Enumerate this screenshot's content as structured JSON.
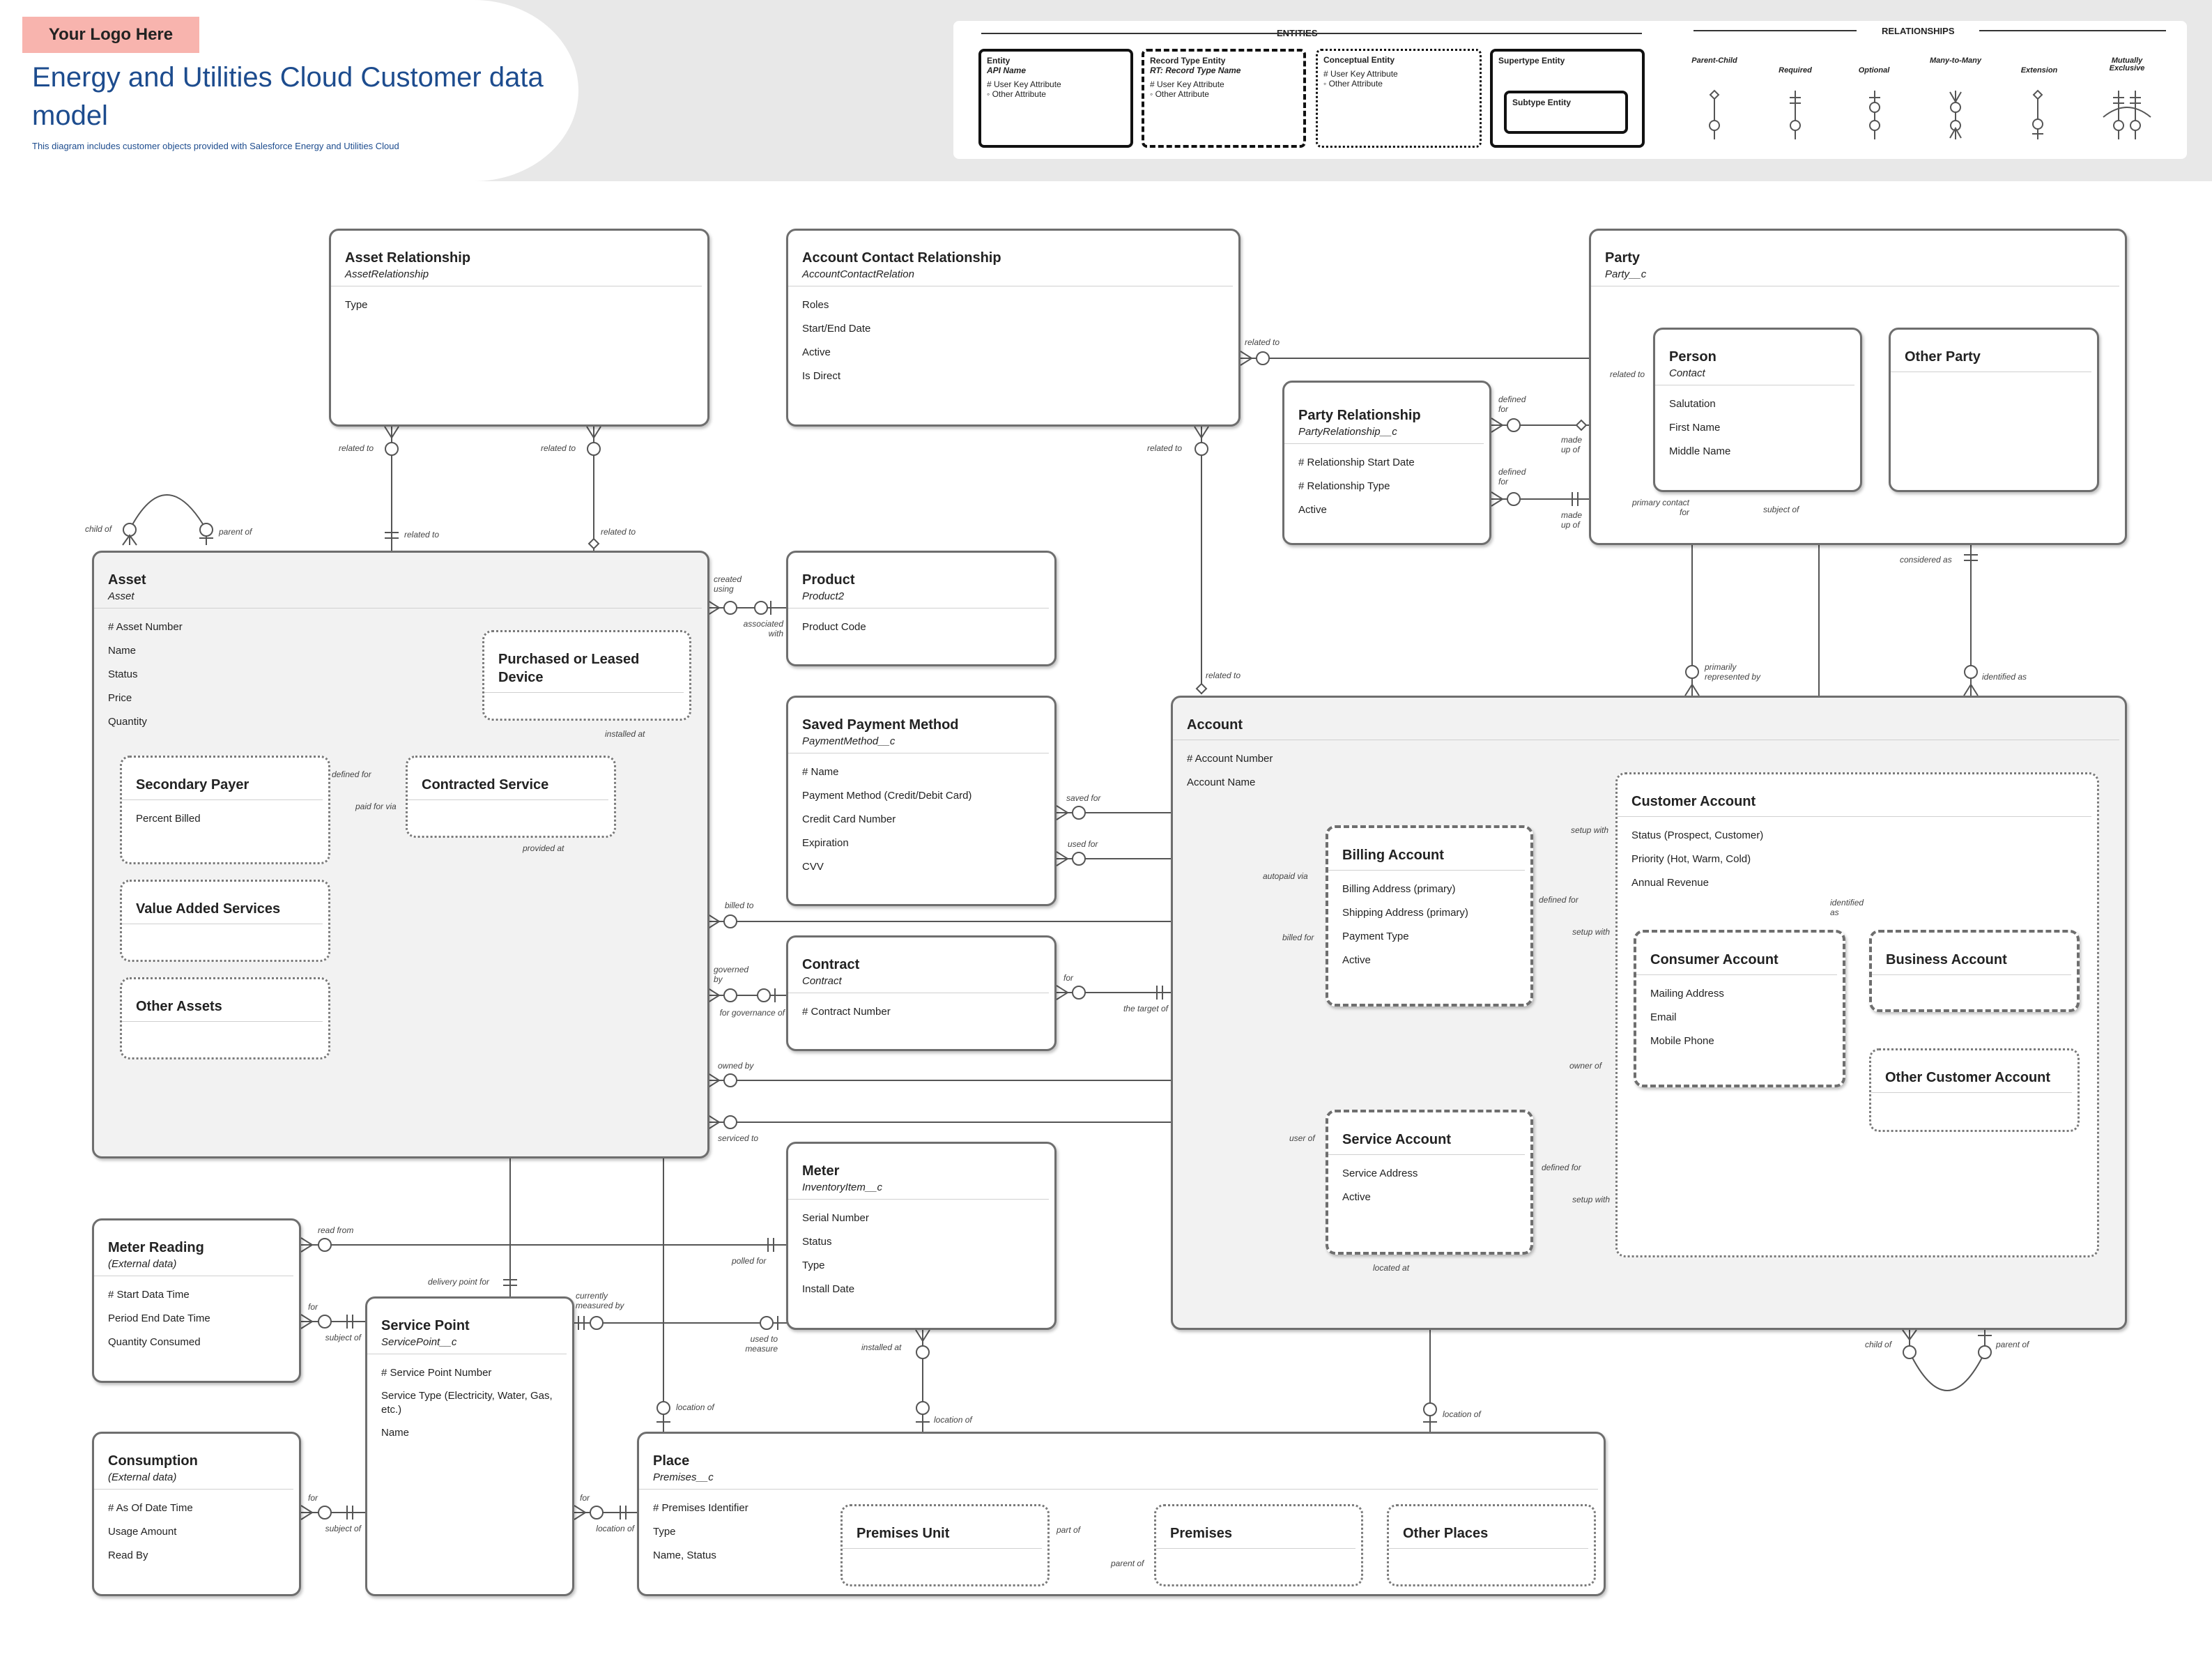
{
  "header": {
    "logo": "Your Logo Here",
    "title": "Energy and Utilities Cloud Customer data model",
    "subtitle": "This diagram includes customer objects provided with Salesforce Energy and Utilities Cloud"
  },
  "legend": {
    "entities_title": "ENTITIES",
    "relationships_title": "RELATIONSHIPS",
    "entity": {
      "name": "Entity",
      "api": "API Name",
      "a1": "# User Key Attribute",
      "a2": "◦ Other Attribute"
    },
    "record_type": {
      "name": "Record Type Entity",
      "api": "RT: Record Type Name",
      "a1": "# User Key Attribute",
      "a2": "◦ Other Attribute"
    },
    "conceptual": {
      "name": "Conceptual Entity",
      "a1": "# User Key Attribute",
      "a2": "◦ Other Attribute"
    },
    "supertype": {
      "name": "Supertype Entity",
      "sub": "Subtype Entity"
    },
    "relationships": [
      "Parent-Child",
      "Required",
      "Optional",
      "Many-to-Many",
      "Extension",
      "Mutually Exclusive"
    ]
  },
  "entities": {
    "asset_relationship": {
      "name": "Asset Relationship",
      "api": "AssetRelationship",
      "attrs": [
        "Type"
      ]
    },
    "account_contact_relationship": {
      "name": "Account Contact Relationship",
      "api": "AccountContactRelation",
      "attrs": [
        "Roles",
        "Start/End Date",
        "Active",
        "Is Direct"
      ]
    },
    "party": {
      "name": "Party",
      "api": "Party__c"
    },
    "person": {
      "name": "Person",
      "api": "Contact",
      "attrs": [
        "Salutation",
        "First Name",
        "Middle Name"
      ]
    },
    "other_party": {
      "name": "Other Party"
    },
    "party_relationship": {
      "name": "Party Relationship",
      "api": "PartyRelationship__c",
      "attrs": [
        "# Relationship Start Date",
        "# Relationship Type",
        "Active"
      ]
    },
    "asset": {
      "name": "Asset",
      "api": "Asset",
      "attrs": [
        "# Asset Number",
        "Name",
        "Status",
        "Price",
        "Quantity"
      ]
    },
    "purchased_device": {
      "name": "Purchased or Leased Device"
    },
    "secondary_payer": {
      "name": "Secondary Payer",
      "attrs": [
        "Percent Billed"
      ]
    },
    "contracted_service": {
      "name": "Contracted Service"
    },
    "value_added_services": {
      "name": "Value Added Services"
    },
    "other_assets": {
      "name": "Other Assets"
    },
    "product": {
      "name": "Product",
      "api": "Product2",
      "attrs": [
        "Product Code"
      ]
    },
    "saved_payment": {
      "name": "Saved Payment Method",
      "api": "PaymentMethod__c",
      "attrs": [
        "# Name",
        "Payment Method (Credit/Debit Card)",
        "Credit Card Number",
        "Expiration",
        "CVV"
      ]
    },
    "contract": {
      "name": "Contract",
      "api": "Contract",
      "attrs": [
        "# Contract Number"
      ]
    },
    "account": {
      "name": "Account",
      "attrs": [
        "# Account Number",
        "Account Name"
      ]
    },
    "billing_account": {
      "name": "Billing Account",
      "attrs": [
        "Billing Address (primary)",
        "Shipping Address (primary)",
        "Payment Type",
        "Active"
      ]
    },
    "customer_account": {
      "name": "Customer Account",
      "attrs": [
        "Status (Prospect, Customer)",
        "Priority (Hot, Warm, Cold)",
        "Annual Revenue"
      ]
    },
    "consumer_account": {
      "name": "Consumer Account",
      "attrs": [
        "Mailing Address",
        "Email",
        "Mobile Phone"
      ]
    },
    "business_account": {
      "name": "Business Account"
    },
    "other_customer_account": {
      "name": "Other Customer Account"
    },
    "service_account": {
      "name": "Service Account",
      "attrs": [
        "Service Address",
        "Active"
      ]
    },
    "meter_reading": {
      "name": "Meter Reading",
      "api": "(External data)",
      "attrs": [
        "# Start Data Time",
        "Period End Date Time",
        "Quantity Consumed"
      ]
    },
    "service_point": {
      "name": "Service Point",
      "api": "ServicePoint__c",
      "attrs": [
        "# Service Point Number",
        "Service Type (Electricity, Water, Gas, etc.)",
        "Name"
      ]
    },
    "meter": {
      "name": "Meter",
      "api": "InventoryItem__c",
      "attrs": [
        "Serial Number",
        "Status",
        "Type",
        "Install Date"
      ]
    },
    "consumption": {
      "name": "Consumption",
      "api": "(External data)",
      "attrs": [
        "# As Of Date Time",
        "Usage Amount",
        "Read By"
      ]
    },
    "place": {
      "name": "Place",
      "api": "Premises__c",
      "attrs": [
        "# Premises Identifier",
        "Type",
        "Name, Status"
      ]
    },
    "premises_unit": {
      "name": "Premises Unit"
    },
    "premises": {
      "name": "Premises"
    },
    "other_places": {
      "name": "Other Places"
    }
  },
  "labels": {
    "ar_related_to_l": "related to",
    "ar_related_to_r": "related to",
    "asset_related_to_l": "related to",
    "asset_related_to_r": "related to",
    "acr_related_to_top": "related to",
    "acr_related_to_b": "related to",
    "person_related_to": "related to",
    "account_related_to": "related to",
    "pr_defined_for_1": "defined for",
    "pr_made_up_of_1": "made up of",
    "pr_defined_for_2": "defined for",
    "pr_made_up_of_2": "made up of",
    "primary_contact_for": "primary contact for",
    "subject_of": "subject of",
    "considered_as": "considered as",
    "primarily_represented_by": "primarily represented by",
    "identified_as": "identified as",
    "identified_as_2": "identified as",
    "child_of": "child of",
    "parent_of": "parent of",
    "created_using": "created using",
    "associated_with": "associated with",
    "installed_at": "installed at",
    "defined_for": "defined for",
    "paid_for_via": "paid for via",
    "provided_at": "provided at",
    "saved_for": "saved for",
    "setup_with_1": "setup with",
    "used_for": "used for",
    "autopaid_via": "autopaid via",
    "billed_to": "billed to",
    "billed_for": "billed for",
    "ba_defined_for": "defined for",
    "ba_setup_with": "setup with",
    "governed_by": "governed by",
    "for_governance_of": "for governance of",
    "for": "for",
    "the_target_of": "the target of",
    "owned_by": "owned by",
    "owner_of": "owner of",
    "serviced_to": "serviced to",
    "user_of": "user of",
    "sa_defined_for": "defined for",
    "sa_setup_with": "setup with",
    "read_from": "read from",
    "polled_for": "polled for",
    "mr_for": "for",
    "mr_subject_of": "subject of",
    "delivery_point_for": "delivery point for",
    "currently_measured_by": "currently measured by",
    "used_to_measure": "used to measure",
    "meter_installed_at": "installed at",
    "located_at": "located at",
    "location_of_1": "location of",
    "location_of_2": "location of",
    "location_of_3": "location of",
    "acc_child_of": "child of",
    "acc_parent_of": "parent of",
    "c_for": "for",
    "c_subject_of": "subject of",
    "sp_for": "for",
    "sp_location_of": "location of",
    "part_of": "part of",
    "parent_of_2": "parent of"
  }
}
